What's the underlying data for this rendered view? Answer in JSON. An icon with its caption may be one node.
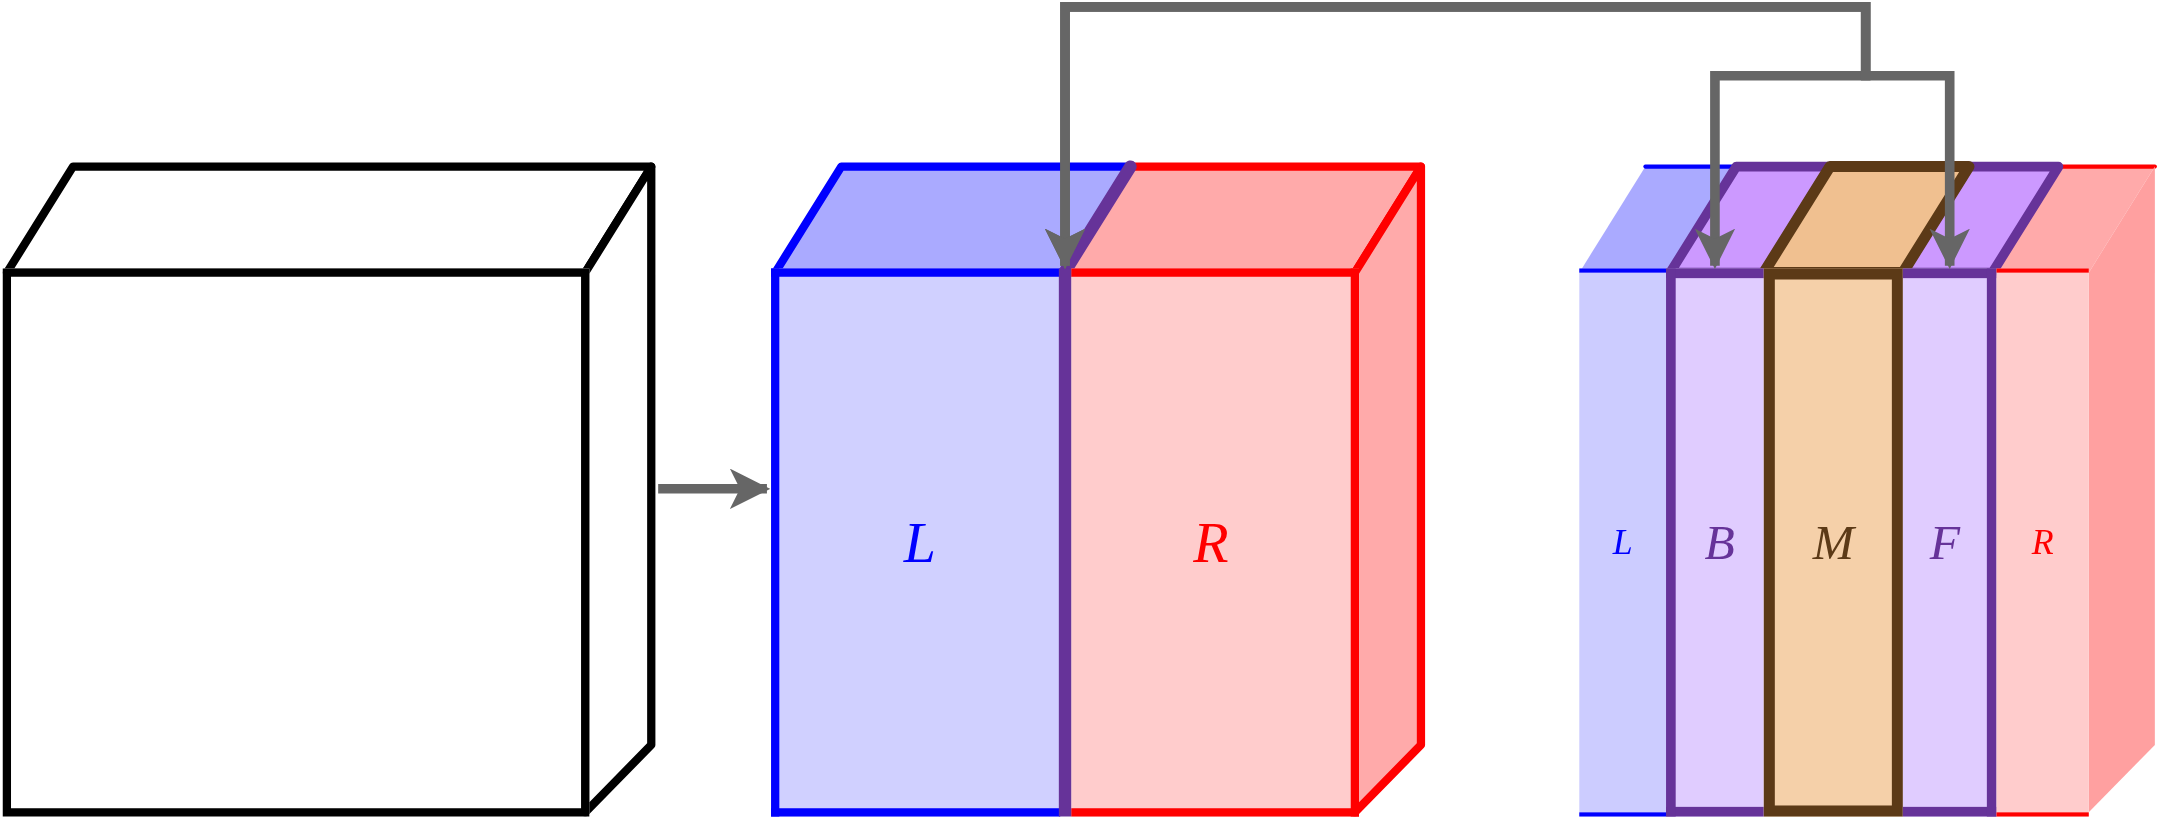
{
  "diagram": {
    "nodes": [
      {
        "text": [],
        "shape": "box"
      },
      {
        "text": [
          "L"
        ]
      },
      {
        "text": [
          "R"
        ]
      },
      {
        "text": [],
        "shape": "bar"
      },
      {
        "text": [
          "L"
        ]
      },
      {
        "text": [
          "B"
        ]
      },
      {
        "text": [
          "M"
        ]
      },
      {
        "text": [
          "F"
        ]
      },
      {
        "text": [
          "R"
        ]
      }
    ],
    "edges": [
      {
        "from": 0,
        "to": 1,
        "arrow": "to"
      },
      {
        "from": 3,
        "to": 5,
        "arrow": "both"
      },
      {
        "from": 3,
        "to": 7,
        "arrow": "both"
      }
    ]
  }
}
